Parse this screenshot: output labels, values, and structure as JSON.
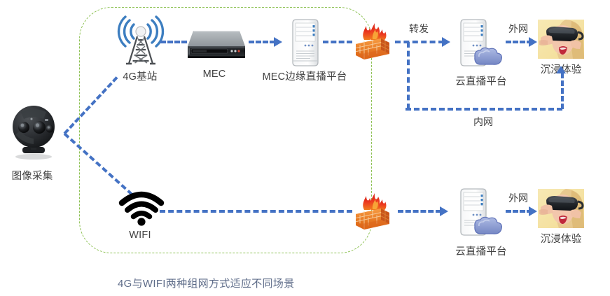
{
  "diagram": {
    "caption": "4G与WIFI两种组网方式适应不同场景",
    "zone_note": "",
    "colors": {
      "link": "#4472c4",
      "zone_border": "#8cc152",
      "label_text": "#3f3f3f",
      "caption_text": "#5d6b88",
      "firewall_brick": "#e8792a",
      "firewall_flame": "#e8342a",
      "antenna_wave": "#3d7ec0",
      "cloud": "#8a9ed6",
      "vr_bg": "#f5e6b0"
    }
  },
  "nodes": {
    "camera": {
      "label": "图像采集",
      "icon": "panoramic-camera-icon"
    },
    "base_station": {
      "label": "4G基站",
      "icon": "cell-tower-icon"
    },
    "mec": {
      "label": "MEC",
      "icon": "rack-server-icon"
    },
    "mec_platform": {
      "label": "MEC边缘直播平台",
      "icon": "tower-server-icon"
    },
    "firewall_top": {
      "label": "",
      "icon": "firewall-icon"
    },
    "cloud_platform_top": {
      "label": "云直播平台",
      "icon": "cloud-server-icon"
    },
    "vr_top": {
      "label": "沉浸体验",
      "icon": "vr-headset-photo"
    },
    "wifi": {
      "label": "WIFI",
      "icon": "wifi-icon"
    },
    "firewall_bottom": {
      "label": "",
      "icon": "firewall-icon"
    },
    "cloud_platform_bottom": {
      "label": "云直播平台",
      "icon": "cloud-server-icon"
    },
    "vr_bottom": {
      "label": "沉浸体验",
      "icon": "vr-headset-photo"
    }
  },
  "edges": {
    "forward": "转发",
    "external_top": "外网",
    "internal": "内网",
    "external_bottom": "外网"
  }
}
